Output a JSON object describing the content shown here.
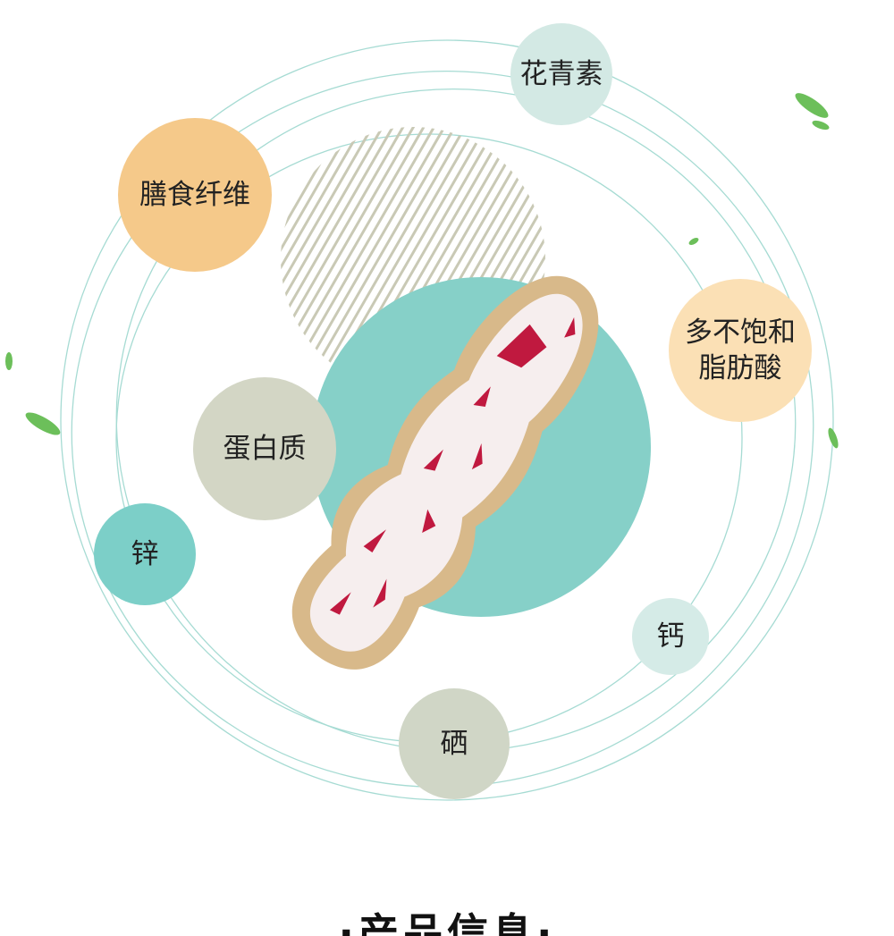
{
  "nutrients": [
    {
      "label": "花青素",
      "color": "#d3e9e4"
    },
    {
      "label": "膳食纤维",
      "color": "#f5c98a"
    },
    {
      "label": "多不饱和\n脂肪酸",
      "color": "#fbe0b5"
    },
    {
      "label": "蛋白质",
      "color": "#d3d6c5"
    },
    {
      "label": "锌",
      "color": "#7ccfc8"
    },
    {
      "label": "钙",
      "color": "#d5ebe7"
    },
    {
      "label": "硒",
      "color": "#d0d6c6"
    }
  ],
  "section_title": "·产品信息·",
  "colors": {
    "teal": "#86d0c8",
    "ring": "#9fd8d0",
    "stripe": "#c8c8b4"
  }
}
